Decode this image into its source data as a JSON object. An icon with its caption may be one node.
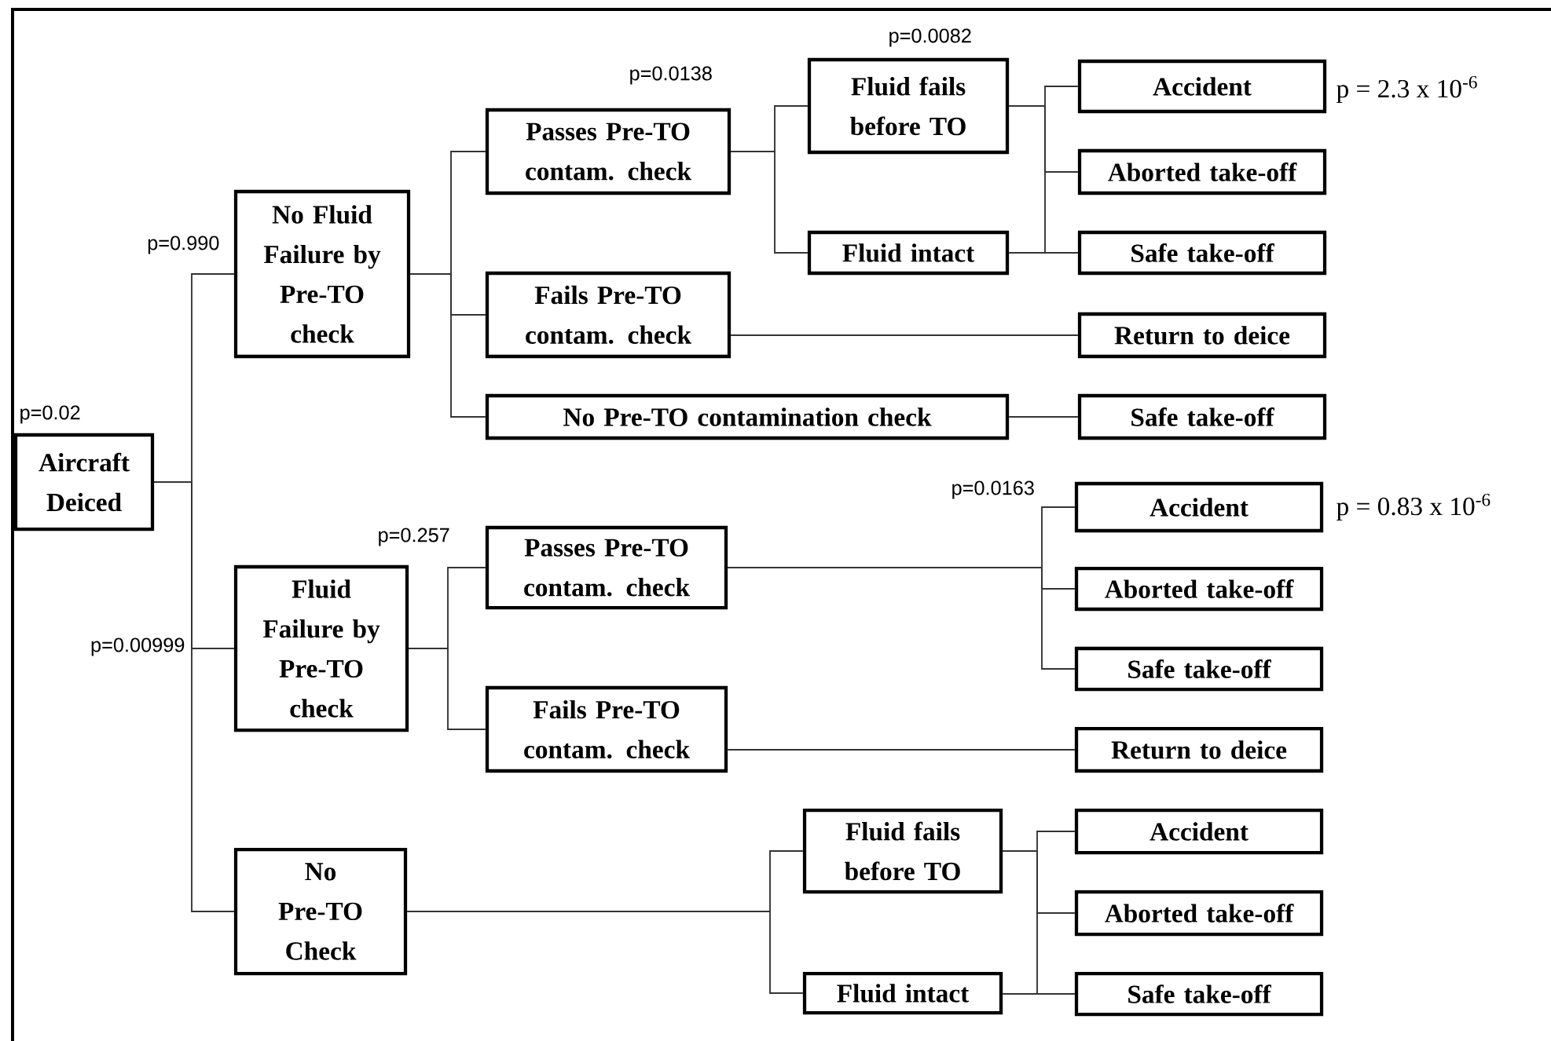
{
  "diagram": {
    "nodes": [
      {
        "text": [
          "Aircraft Deiced"
        ]
      },
      {
        "text": [
          "No Fluid Failure by Pre-TO check"
        ]
      },
      {
        "text": [
          "Passes Pre-TO contam. check"
        ]
      },
      {
        "text": [
          "Fails Pre-TO contam. check"
        ]
      },
      {
        "text": [
          "No Pre-TO contamination check"
        ]
      },
      {
        "text": [
          "Fluid fails before TO"
        ]
      },
      {
        "text": [
          "Fluid intact"
        ]
      },
      {
        "text": [
          "Accident"
        ]
      },
      {
        "text": [
          "Aborted take-off"
        ]
      },
      {
        "text": [
          "Safe take-off"
        ]
      },
      {
        "text": [
          "Return to deice"
        ]
      },
      {
        "text": [
          "Safe take-off"
        ]
      },
      {
        "text": [
          "Fluid Failure by Pre-TO check"
        ]
      },
      {
        "text": [
          "Passes Pre-TO contam. check"
        ]
      },
      {
        "text": [
          "Fails Pre-TO contam. check"
        ]
      },
      {
        "text": [
          "Accident"
        ]
      },
      {
        "text": [
          "Aborted take-off"
        ]
      },
      {
        "text": [
          "Safe take-off"
        ]
      },
      {
        "text": [
          "Return to deice"
        ]
      },
      {
        "text": [
          "No Pre-TO Check"
        ]
      },
      {
        "text": [
          "Fluid fails before TO"
        ]
      },
      {
        "text": [
          "Fluid intact"
        ]
      },
      {
        "text": [
          "Accident"
        ]
      },
      {
        "text": [
          "Aborted take-off"
        ]
      },
      {
        "text": [
          "Safe take-off"
        ]
      }
    ],
    "edges": [
      {
        "from": 0,
        "to": 1,
        "arrow": "none"
      },
      {
        "from": 0,
        "to": 12,
        "arrow": "none"
      },
      {
        "from": 0,
        "to": 19,
        "arrow": "none"
      },
      {
        "from": 1,
        "to": 2,
        "arrow": "none"
      },
      {
        "from": 1,
        "to": 3,
        "arrow": "none"
      },
      {
        "from": 1,
        "to": 4,
        "arrow": "none"
      },
      {
        "from": 2,
        "to": 5,
        "arrow": "none"
      },
      {
        "from": 2,
        "to": 6,
        "arrow": "none"
      },
      {
        "from": 5,
        "to": 7,
        "arrow": "none"
      },
      {
        "from": 5,
        "to": 8,
        "arrow": "none"
      },
      {
        "from": 5,
        "to": 9,
        "arrow": "none"
      },
      {
        "from": 6,
        "to": 9,
        "arrow": "none"
      },
      {
        "from": 3,
        "to": 10,
        "arrow": "none"
      },
      {
        "from": 4,
        "to": 11,
        "arrow": "none"
      },
      {
        "from": 12,
        "to": 13,
        "arrow": "none"
      },
      {
        "from": 12,
        "to": 14,
        "arrow": "none"
      },
      {
        "from": 13,
        "to": 15,
        "arrow": "none"
      },
      {
        "from": 13,
        "to": 16,
        "arrow": "none"
      },
      {
        "from": 13,
        "to": 17,
        "arrow": "none"
      },
      {
        "from": 14,
        "to": 18,
        "arrow": "none"
      },
      {
        "from": 19,
        "to": 20,
        "arrow": "none"
      },
      {
        "from": 19,
        "to": 21,
        "arrow": "none"
      },
      {
        "from": 20,
        "to": 22,
        "arrow": "none"
      },
      {
        "from": 20,
        "to": 23,
        "arrow": "none"
      },
      {
        "from": 20,
        "to": 24,
        "arrow": "none"
      },
      {
        "from": 21,
        "to": 24,
        "arrow": "none"
      }
    ],
    "labels": [
      "p=0.0082",
      "p=0.0138",
      "p = 2.3 x 10$^{-6}$",
      "p=0.990",
      "p=0.02",
      "p=0.0163",
      "p = 0.83 x 10$^{-6}$",
      "p=0.257",
      "p=0.00999"
    ]
  }
}
